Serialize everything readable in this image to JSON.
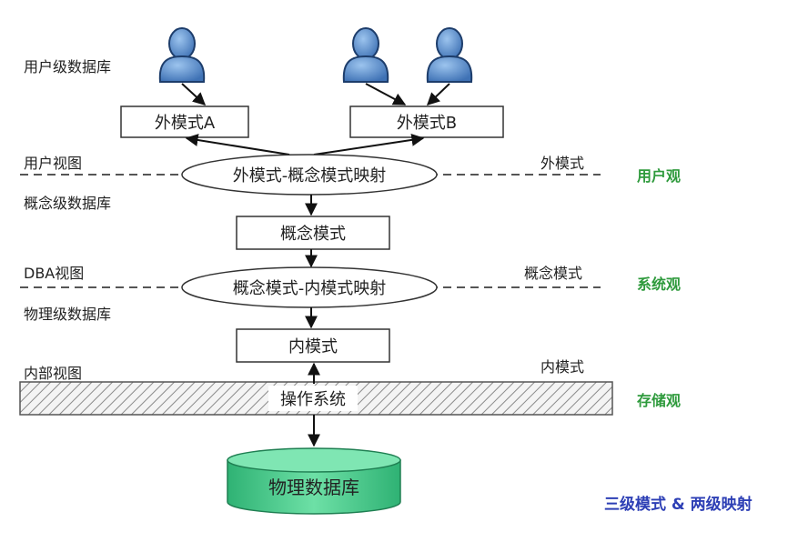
{
  "levels": {
    "user_db": "用户级数据库",
    "user_view": "用户视图",
    "concept_db": "概念级数据库",
    "dba_view": "DBA视图",
    "physical_db": "物理级数据库",
    "internal_view": "内部视图"
  },
  "schemas": {
    "external_a": "外模式A",
    "external_b": "外模式B",
    "conceptual": "概念模式",
    "internal": "内模式",
    "os": "操作系统",
    "physical_database": "物理数据库"
  },
  "mappings": {
    "external_conceptual": "外模式-概念模式映射",
    "conceptual_internal": "概念模式-内模式映射"
  },
  "right_labels": {
    "external": "外模式",
    "conceptual": "概念模式",
    "internal": "内模式"
  },
  "views": {
    "user": "用户观",
    "system": "系统观",
    "storage": "存储观"
  },
  "caption": "三级模式 & 两级映射",
  "icons": {
    "user": "user-icon"
  },
  "colors": {
    "user_icon": "#4f86c6",
    "cylinder": "#45c88a",
    "view_label": "#2e9a3c",
    "caption": "#2d3fb5"
  }
}
